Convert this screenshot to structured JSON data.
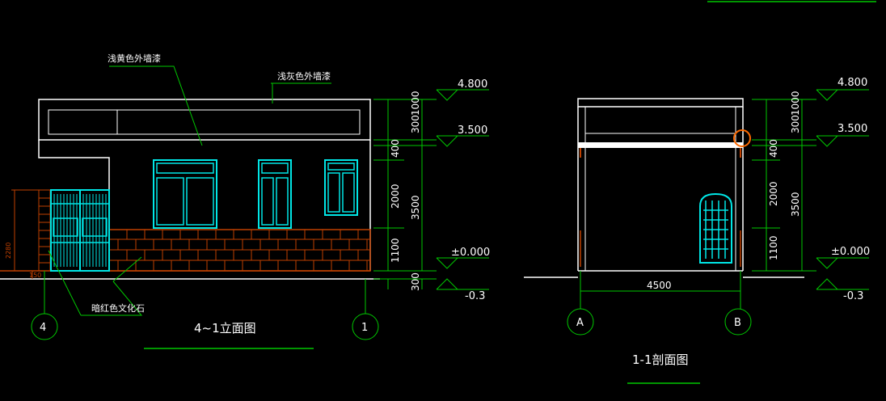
{
  "elevation": {
    "title": "4~1立面图",
    "note_yellow_wall": "浅黄色外墙漆",
    "note_grey_wall": "浅灰色外墙漆",
    "note_stone": "暗红色文化石",
    "axis_left": "4",
    "axis_right": "1",
    "side_dim": "2280",
    "small_dim": "150",
    "dims": [
      "300",
      "1000",
      "400",
      "2000",
      "3500",
      "1100",
      "300"
    ],
    "levels": [
      "4.800",
      "3.500",
      "±0.000",
      "-0.3"
    ]
  },
  "section": {
    "title": "1-1剖面图",
    "axis_left": "A",
    "axis_right": "B",
    "span": "4500",
    "dims": [
      "300",
      "1000",
      "400",
      "2000",
      "3500",
      "1100"
    ],
    "levels": [
      "4.800",
      "3.500",
      "±0.000",
      "-0.3"
    ]
  },
  "colors": {
    "background": "#000000",
    "outline": "#ffffff",
    "dimension": "#00c800",
    "window": "#00e6e6",
    "stone": "#c04000",
    "highlight": "#ff6a00"
  }
}
